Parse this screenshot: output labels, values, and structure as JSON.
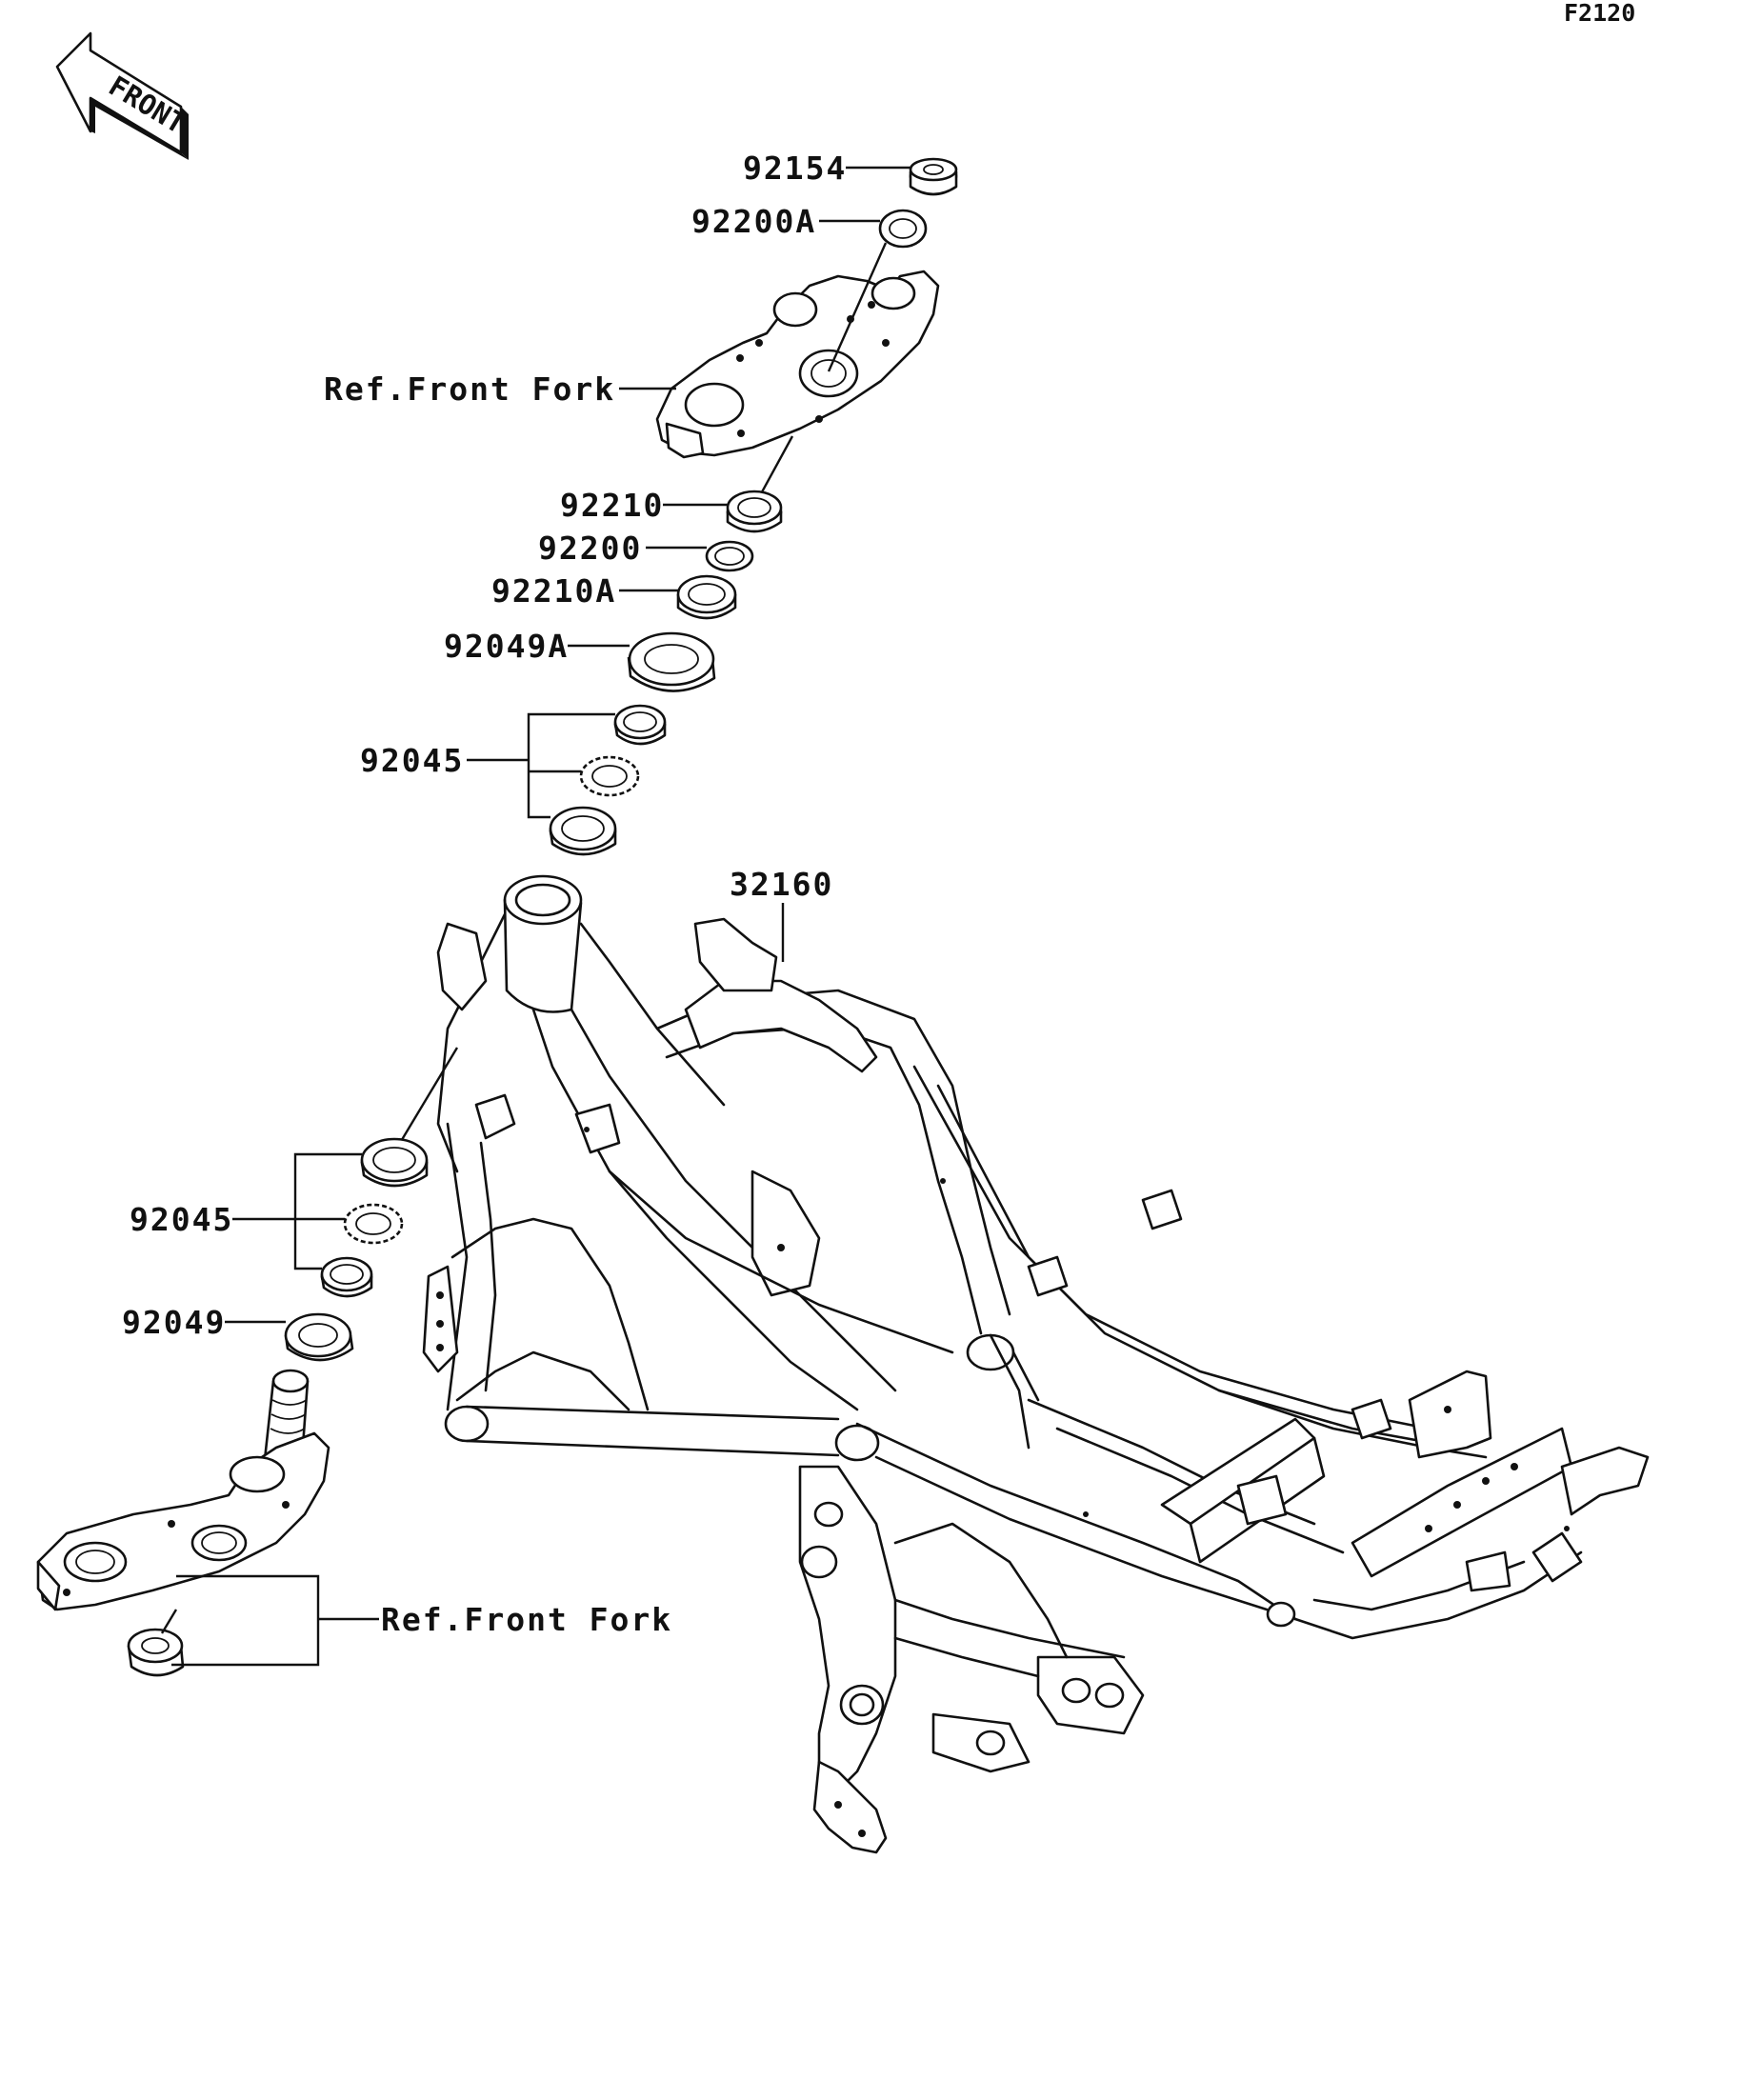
{
  "diagram": {
    "code": "F2120",
    "front_badge": "FRONT",
    "labels": {
      "p92154": "92154",
      "p92200A": "92200A",
      "ref_upper": "Ref.Front Fork",
      "p92210": "92210",
      "p92200": "92200",
      "p92210A": "92210A",
      "p92049A": "92049A",
      "p92045_upper": "92045",
      "p32160": "32160",
      "p92045_lower": "92045",
      "p92049": "92049",
      "ref_lower": "Ref.Front Fork"
    }
  }
}
